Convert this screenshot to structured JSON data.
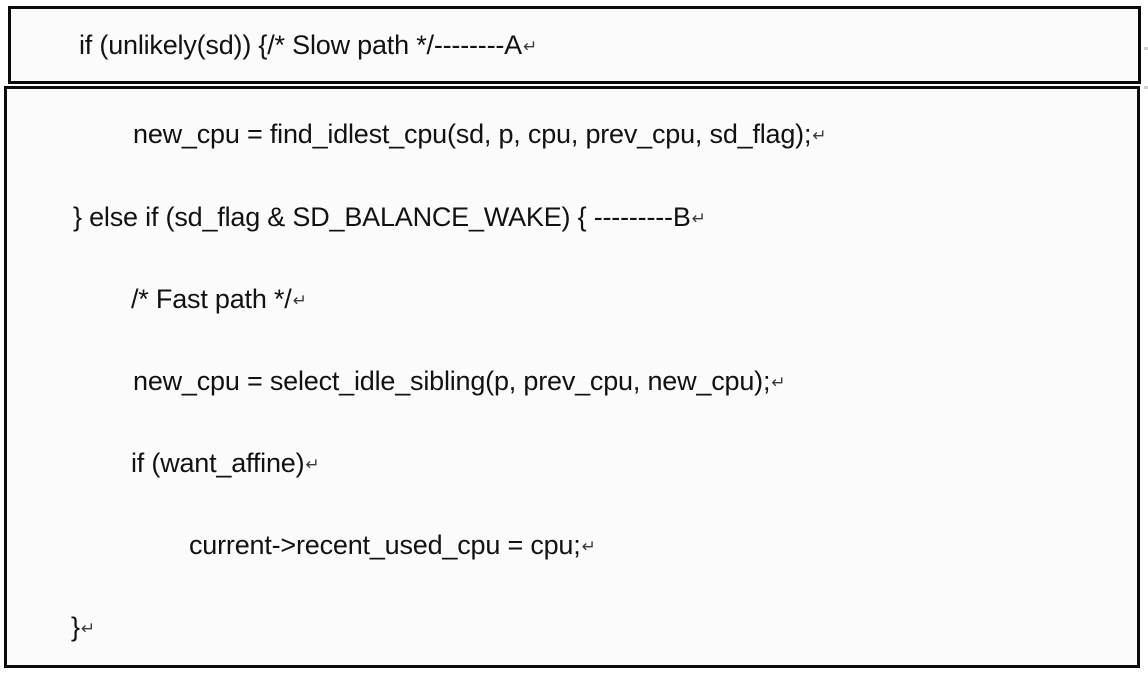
{
  "document": {
    "kind": "code-listing-figure",
    "language": "C",
    "background_color": "#fbfbfb",
    "border_color": "#0a0a0a",
    "text_color": "#121212",
    "carriage_return_glyph": "↵"
  },
  "boxes": {
    "header_box": {
      "name": "slow-path-header-box",
      "lines": [
        "line_if_unlikely"
      ]
    },
    "body_box": {
      "name": "code-body-box",
      "lines": [
        "line_find_idlest",
        "line_else_if_balance",
        "line_fast_path_comment",
        "line_select_idle",
        "line_if_want_affine",
        "line_recent_used_cpu",
        "line_close_brace"
      ]
    }
  },
  "code": {
    "line_if_unlikely": {
      "text": "if (unlikely(sd)) {/* Slow path */--------A",
      "annotation_label": "A",
      "indent_level": 0
    },
    "line_find_idlest": {
      "text": "new_cpu = find_idlest_cpu(sd, p, cpu, prev_cpu, sd_flag);",
      "indent_level": 2
    },
    "line_else_if_balance": {
      "text": "} else if (sd_flag & SD_BALANCE_WAKE) { ---------B",
      "annotation_label": "B",
      "indent_level": 0
    },
    "line_fast_path_comment": {
      "text": "/* Fast path */",
      "indent_level": 1
    },
    "line_select_idle": {
      "text": "new_cpu = select_idle_sibling(p, prev_cpu, new_cpu);",
      "indent_level": 1
    },
    "line_if_want_affine": {
      "text": "if (want_affine)",
      "indent_level": 1
    },
    "line_recent_used_cpu": {
      "text": "current->recent_used_cpu = cpu;",
      "indent_level": 2
    },
    "line_close_brace": {
      "text": "}",
      "indent_level": 0
    }
  }
}
